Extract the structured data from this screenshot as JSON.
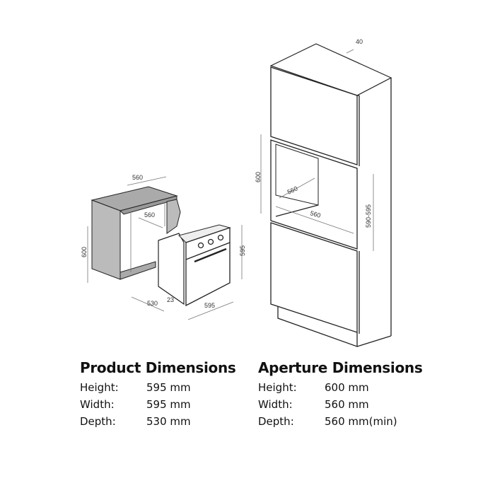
{
  "diagram": {
    "built_in_cabinet": {
      "width": "560",
      "depth": "560",
      "height": "600"
    },
    "oven": {
      "height": "595",
      "width": "595",
      "depth": "530",
      "door": "23"
    },
    "tall_cabinet": {
      "gap": "40",
      "height": "600",
      "width": "560",
      "depth": "560",
      "oven_height": "590-595"
    }
  },
  "product": {
    "title": "Product Dimensions",
    "rows": [
      {
        "label": "Height",
        "sep": ":",
        "value": "595 mm"
      },
      {
        "label": "Width",
        "sep": ":",
        "value": "595 mm"
      },
      {
        "label": "Depth",
        "sep": ":",
        "value": "530 mm"
      }
    ]
  },
  "aperture": {
    "title": "Aperture Dimensions",
    "rows": [
      {
        "label": "Height",
        "sep": ":",
        "value": "600 mm"
      },
      {
        "label": "Width",
        "sep": ":",
        "value": "560 mm"
      },
      {
        "label": "Depth",
        "sep": ":",
        "value": "560 mm(min)"
      }
    ]
  }
}
